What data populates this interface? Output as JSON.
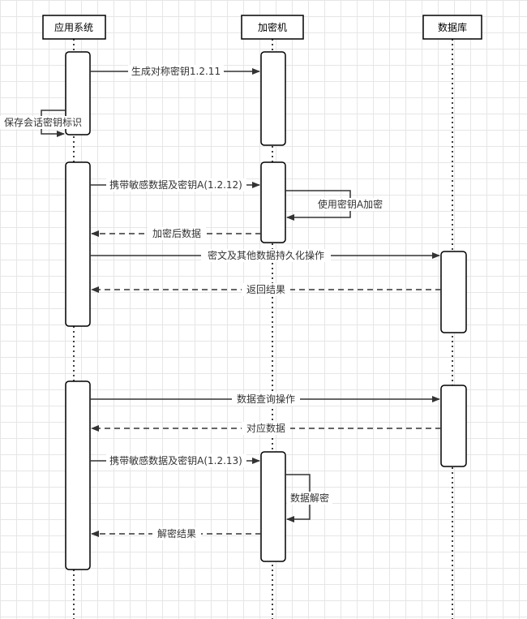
{
  "participants": {
    "app": "应用系统",
    "hsm": "加密机",
    "db": "数据库"
  },
  "messages": {
    "m1": "生成对称密钥1.2.11",
    "m2": "保存会话密钥标识",
    "m3": "携带敏感数据及密钥A(1.2.12)",
    "m4": "使用密钥A加密",
    "m5": "加密后数据",
    "m6": "密文及其他数据持久化操作",
    "m7": "返回结果",
    "m8": "数据查询操作",
    "m9": "对应数据",
    "m10": "携带敏感数据及密钥A(1.2.13)",
    "m11": "数据解密",
    "m12": "解密结果"
  }
}
